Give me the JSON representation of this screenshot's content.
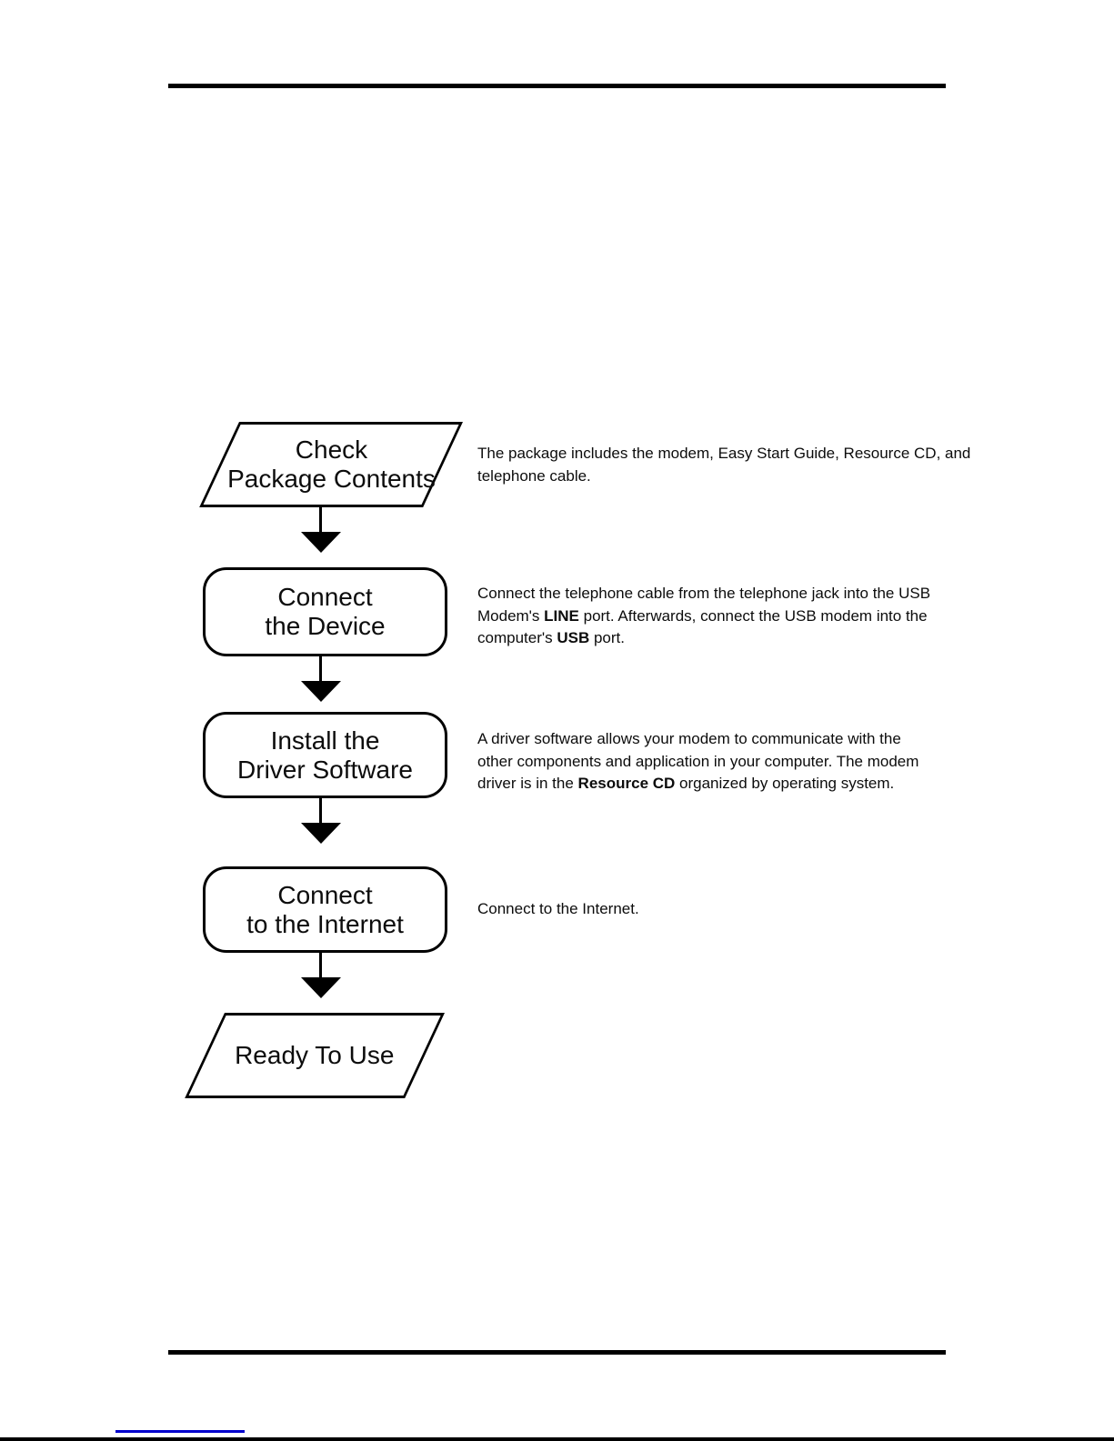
{
  "page": {
    "background": "#ffffff",
    "rule_color": "#000000",
    "link_color": "#0000cc"
  },
  "flowchart": {
    "nodes": [
      {
        "shape": "parallelogram",
        "label": "Check\nPackage Contents"
      },
      {
        "shape": "rounded-rectangle",
        "label": "Connect\nthe Device"
      },
      {
        "shape": "rounded-rectangle",
        "label": "Install the\nDriver Software"
      },
      {
        "shape": "rounded-rectangle",
        "label": "Connect\nto the Internet"
      },
      {
        "shape": "parallelogram",
        "label": "Ready To Use"
      }
    ]
  },
  "descriptions": [
    {
      "segments": [
        {
          "text": "The package includes the modem, Easy Start Guide, Resource CD, and\ntelephone cable.",
          "bold": false
        }
      ]
    },
    {
      "segments": [
        {
          "text": "Connect the telephone cable from the telephone jack into the USB\nModem's ",
          "bold": false
        },
        {
          "text": "LINE",
          "bold": true
        },
        {
          "text": " port. Afterwards, connect the USB modem into the\ncomputer's ",
          "bold": false
        },
        {
          "text": "USB",
          "bold": true
        },
        {
          "text": " port.",
          "bold": false
        }
      ]
    },
    {
      "segments": [
        {
          "text": "A driver software allows your modem to communicate with the\nother components and application in your computer. The modem\ndriver is in the ",
          "bold": false
        },
        {
          "text": "Resource CD",
          "bold": true
        },
        {
          "text": " organized by operating system.",
          "bold": false
        }
      ]
    },
    {
      "segments": [
        {
          "text": "Connect to the Internet.",
          "bold": false
        }
      ]
    }
  ]
}
